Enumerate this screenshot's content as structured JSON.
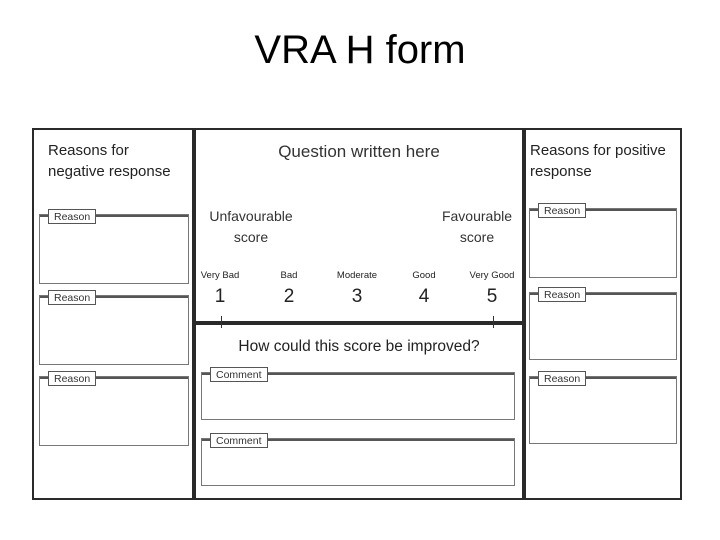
{
  "slide": {
    "title": "VRA H form"
  },
  "left_panel": {
    "heading_line1": "Reasons for",
    "heading_line2": "negative response",
    "boxes": [
      {
        "label": "Reason"
      },
      {
        "label": "Reason"
      },
      {
        "label": "Reason"
      }
    ]
  },
  "center_panel": {
    "question": "Question written here",
    "unfavourable_line1": "Unfavourable",
    "unfavourable_line2": "score",
    "favourable_line1": "Favourable",
    "favourable_line2": "score",
    "scale": [
      {
        "label": "Very Bad",
        "number": "1"
      },
      {
        "label": "Bad",
        "number": "2"
      },
      {
        "label": "Moderate",
        "number": "3"
      },
      {
        "label": "Good",
        "number": "4"
      },
      {
        "label": "Very Good",
        "number": "5"
      }
    ],
    "improve_question": "How could this score be improved?",
    "comments": [
      {
        "label": "Comment"
      },
      {
        "label": "Comment"
      }
    ]
  },
  "right_panel": {
    "heading_line1": "Reasons for positive",
    "heading_line2": "response",
    "boxes": [
      {
        "label": "Reason"
      },
      {
        "label": "Reason"
      },
      {
        "label": "Reason"
      }
    ]
  }
}
